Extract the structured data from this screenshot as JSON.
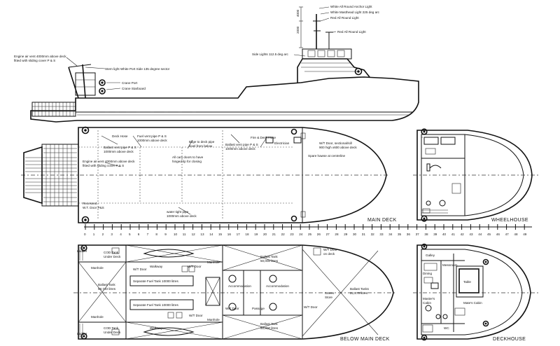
{
  "profile": {
    "masthead_labels": [
      "White All Round Anchor Light",
      "White Masthead Light 225 deg arc",
      "Red All Round Light",
      "Red All Round Light"
    ],
    "side_lights": "Side Lights 112.5 deg arc",
    "engine_vent": "Engine air vent 4000mm above deck",
    "engine_vent_2": "fitted with sliding cover P & S",
    "stern_light": "Stern light White Port Side 135 degree sector",
    "crane_port": "Crane Port",
    "crane_starboard": "Crane Starboard",
    "dim_a": "4000",
    "dim_b": "2000"
  },
  "main_deck": {
    "title": "MAIN DECK",
    "notes": [
      "Deck Hose",
      "Fuel vent pipe P & S",
      "1000mm above deck",
      "Ballast vent pipe P & S",
      "1000mm above deck",
      "Engine air vent 4000mm above deck",
      "fitted with sliding cover P & S",
      "Bilge to deck pipe",
      "level from below",
      "All cam doors to have",
      "hinged lip for closing",
      "Fire & Deck Hose",
      "Ballast vent pipe P & S",
      "1000mm above deck",
      "Electrician",
      "W/T Door, sectional/sill",
      "900 high x600 above deck",
      "Spare hawse at centreline",
      "Recessed",
      "W.T. Door P&S",
      "water tight pipe",
      "1000mm above deck"
    ]
  },
  "wheelhouse": {
    "title": "WHEELHOUSE"
  },
  "below_main_deck": {
    "title": "BELOW MAIN DECK",
    "labels": {
      "ladder_top": "Ladder",
      "ladder_bottom": "Ladder",
      "cod_tank_top": "COD Tank",
      "cod_tank_top_2": "Under Deck",
      "cod_tank_bottom": "COD Tank",
      "cod_tank_bottom_2": "Under Deck",
      "manhole_1": "Manhole",
      "manhole_2": "Manhole",
      "manhole_3": "Manhole",
      "manhole_4": "Manhole",
      "walkway_1": "Walkway",
      "walkway_2": "Walkway",
      "ballast_tank_1": "Ballast Tank",
      "ballast_tank_1b": "58,740 litres",
      "ballast_tank_2": "Ballast Tank",
      "ballast_tank_2b": "50,000 litres",
      "ballast_tank_3": "Ballast Tank",
      "ballast_tank_3b": "50,000 litres",
      "fuel_tank_1": "Separate Fuel Tank 10000 litres",
      "fuel_tank_2": "Separate Fuel Tank 10000 litres",
      "wt_door_1": "W/T Door",
      "wt_door_2": "W/T Door",
      "wt_door_3": "W/T Door",
      "wt_door_4": "W/T Door",
      "wt_door_5": "W/T Door",
      "wt_door_deck": "W/T Door",
      "wt_door_deck_2": "on deck",
      "accommodation": "Accommodation",
      "accommodation_cabin": "Accommodation",
      "passage": "Passage",
      "ballast_tanks_fwd": "Ballast Tanks",
      "ballast_tanks_fwd_2": "22,470 litres",
      "bulkhead_stores": "Stores",
      "bulkhead_stores_2": "Store"
    }
  },
  "deckhouse": {
    "title": "DECKHOUSE",
    "labels": {
      "galley": "Galley",
      "dining": "Dining",
      "messroom": "Messroom",
      "table": "Table",
      "masters_cabin": "Master's",
      "masters_cabin_2": "Cabin",
      "mates_cabin": "Mate's Cabin",
      "toilet": "WC"
    }
  },
  "frame_scale": [
    "0",
    "1",
    "2",
    "3",
    "4",
    "5",
    "6",
    "7",
    "8",
    "9",
    "10",
    "11",
    "12",
    "13",
    "14",
    "15",
    "16",
    "17",
    "18",
    "19",
    "20",
    "21",
    "22",
    "23",
    "24",
    "25",
    "26",
    "27",
    "28",
    "29",
    "30",
    "31",
    "32",
    "33",
    "34",
    "35",
    "36",
    "37",
    "38",
    "39",
    "40",
    "41",
    "42",
    "43",
    "44",
    "45",
    "46",
    "47",
    "48",
    "49"
  ]
}
